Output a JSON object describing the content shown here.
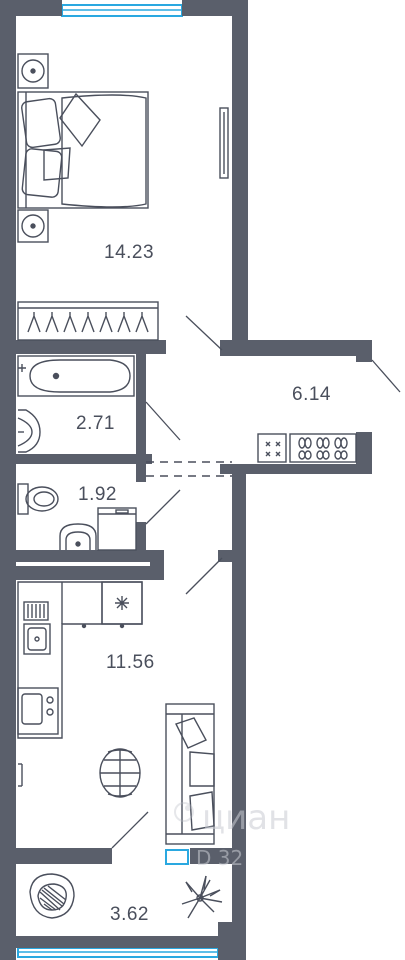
{
  "rooms": [
    {
      "id": "bedroom",
      "area": "14.23"
    },
    {
      "id": "hallway",
      "area": "6.14"
    },
    {
      "id": "bathroom",
      "area": "2.71"
    },
    {
      "id": "toilet",
      "area": "1.92"
    },
    {
      "id": "kitchen-living",
      "area": "11.56"
    },
    {
      "id": "balcony",
      "area": "3.62"
    }
  ],
  "watermark": {
    "text": "циан",
    "suffix": "D 32"
  },
  "colors": {
    "wall": "#5a5f6b",
    "furniture": "#4a4f5c",
    "window": "#2aa8e0"
  }
}
